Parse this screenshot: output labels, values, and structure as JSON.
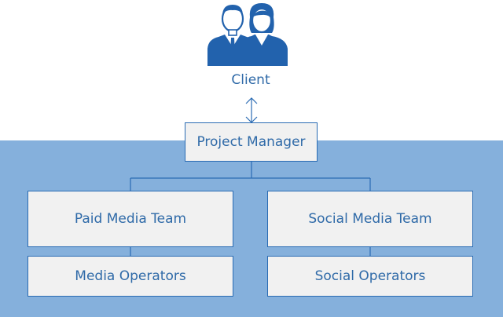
{
  "client": {
    "label": "Client",
    "icon": "client-people-icon"
  },
  "project_manager": {
    "label": "Project Manager"
  },
  "teams": [
    {
      "label": "Paid Media Team",
      "operators_label": "Media Operators"
    },
    {
      "label": "Social Media Team",
      "operators_label": "Social Operators"
    }
  ],
  "colors": {
    "accent": "#2f6aa8",
    "icon": "#2262ad",
    "band": "#85b0dc",
    "box_fill": "#f1f1f1",
    "box_border": "#2a6bb3"
  }
}
